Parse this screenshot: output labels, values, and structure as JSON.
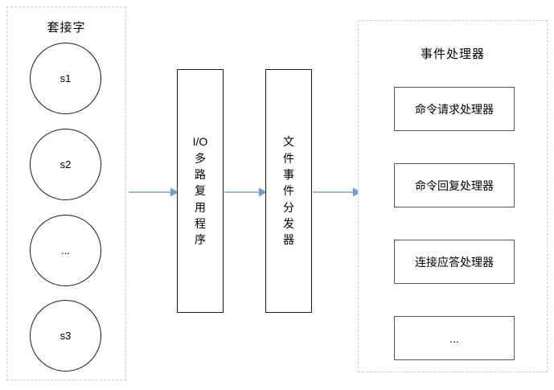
{
  "diagram": {
    "title_hidden": "",
    "colors": {
      "panel_border": "#c9ccd1",
      "shape_border": "#1a1a1a",
      "handler_border": "#55585d",
      "arrow": "#9dbad8",
      "background": "#ffffff",
      "text": "#000000"
    }
  },
  "sockets_panel": {
    "title": "套接字",
    "circles": [
      {
        "label": "s1"
      },
      {
        "label": "s2"
      },
      {
        "label": "..."
      },
      {
        "label": "s3"
      }
    ]
  },
  "process_boxes": [
    {
      "name": "io-multiplexing",
      "label": "I/O\n多\n路\n复\n用\n程\n序"
    },
    {
      "name": "file-event-dispatcher",
      "label": "文\n件\n事\n件\n分\n发\n器"
    }
  ],
  "handlers_panel": {
    "title": "事件处理器",
    "handlers": [
      {
        "label": "命令请求处理器"
      },
      {
        "label": "命令回复处理器"
      },
      {
        "label": "连接应答处理器"
      },
      {
        "label": "..."
      }
    ]
  },
  "arrows": [
    {
      "name": "sockets-to-multiplexing",
      "from": "套接字",
      "to": "I/O多路复用程序"
    },
    {
      "name": "multiplexing-to-dispatcher",
      "from": "I/O多路复用程序",
      "to": "文件事件分发器"
    },
    {
      "name": "dispatcher-to-handlers",
      "from": "文件事件分发器",
      "to": "事件处理器"
    }
  ]
}
